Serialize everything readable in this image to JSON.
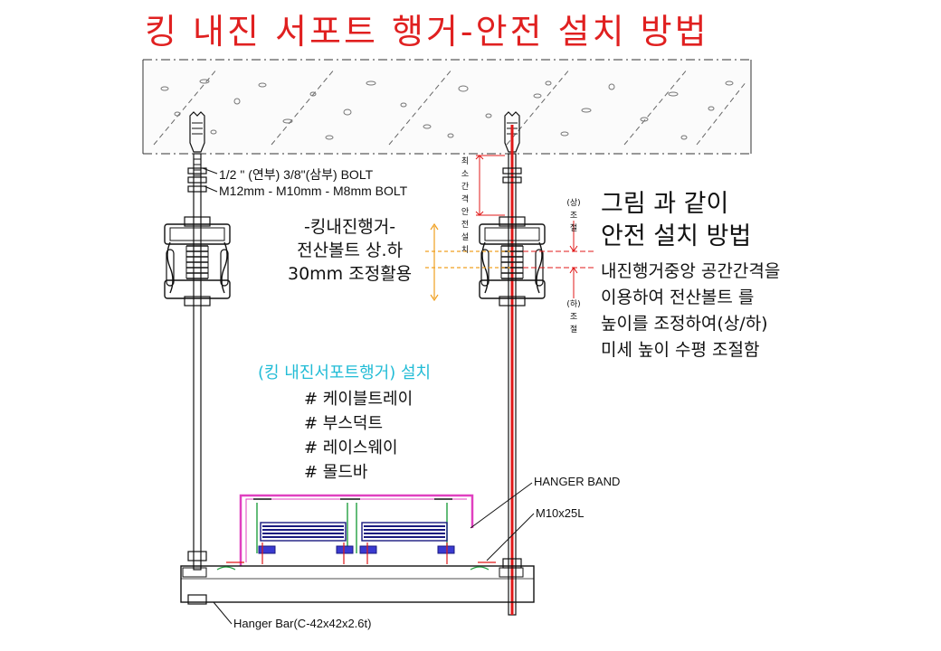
{
  "title": "킹 내진 서포트 행거-안전 설치 방법",
  "bolt_labels": {
    "line1": "1/2 \" (연부)   3/8\"(삼부)  BOLT",
    "line2": "M12mm - M10mm - M8mm  BOLT"
  },
  "adjustment_note": {
    "line1": "-킹내진행거-",
    "line2": "전산볼트 상.하",
    "line3": "30mm 조정활용"
  },
  "min_gap_label": "최소\n간격\n안전\n설치",
  "up_adjust_label": "(상)\n조절",
  "down_adjust_label": "(하)\n조절",
  "right_title": {
    "line1": "그림 과 같이",
    "line2": "안전 설치 방법"
  },
  "right_desc": {
    "line1": "내진행거중앙 공간간격을",
    "line2": "이용하여 전산볼트 를",
    "line3": "높이를 조정하여(상/하)",
    "line4": "미세 높이 수평 조절함"
  },
  "install": {
    "heading": "(킹 내진서포트행거) 설치",
    "items": [
      "# 케이블트레이",
      "# 부스덕트",
      "# 레이스웨이",
      "# 몰드바"
    ]
  },
  "callouts": {
    "hanger_band": "HANGER BAND",
    "bolt": "M10x25L",
    "hanger_bar": "Hanger Bar(C-42x42x2.6t)"
  },
  "colors": {
    "title": "#e02020",
    "rod_highlight": "#e01818",
    "band": "#e040c0",
    "install_heading": "#22bcd6",
    "dimension": "#f0a020"
  }
}
